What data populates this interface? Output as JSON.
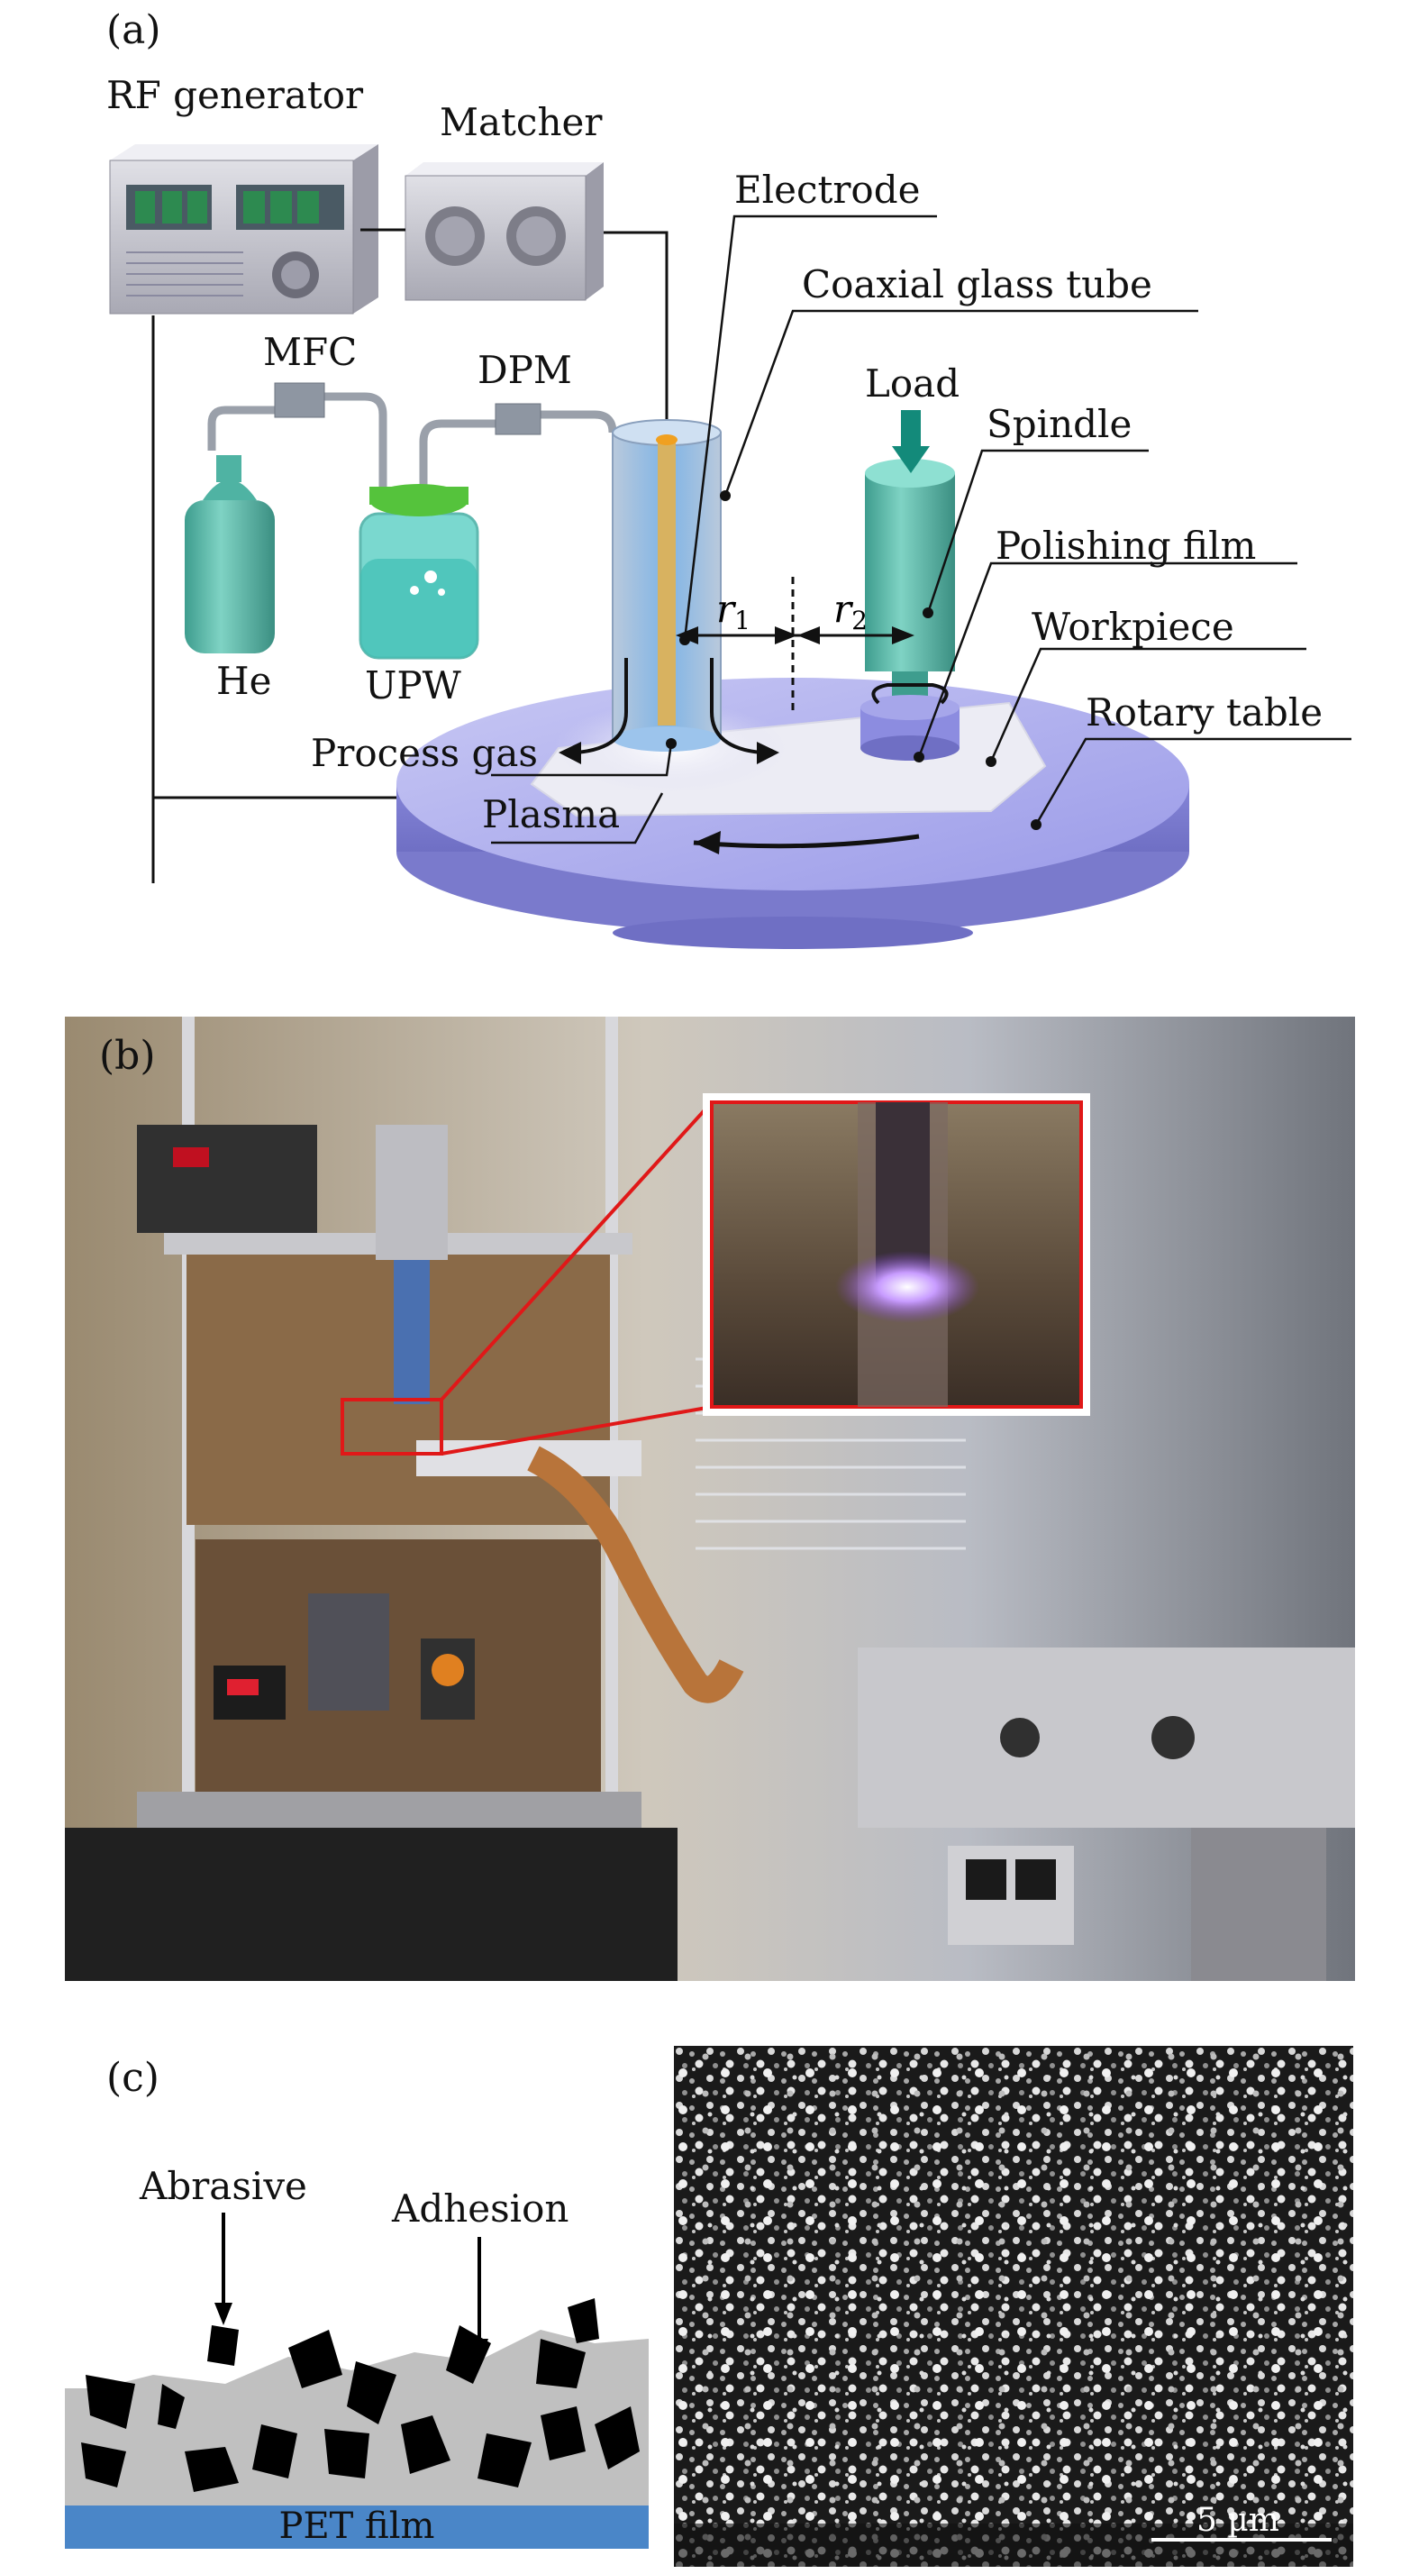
{
  "panel_a": {
    "tag": "(a)",
    "labels": {
      "rf_generator": "RF generator",
      "matcher": "Matcher",
      "electrode": "Electrode",
      "coaxial_glass_tube": "Coaxial glass tube",
      "mfc": "MFC",
      "dpm": "DPM",
      "load": "Load",
      "spindle": "Spindle",
      "polishing_film": "Polishing film",
      "workpiece": "Workpiece",
      "rotary_table": "Rotary table",
      "he": "He",
      "upw": "UPW",
      "process_gas": "Process gas",
      "plasma": "Plasma",
      "r1": "r",
      "r1_sub": "1",
      "r2": "r",
      "r2_sub": "2"
    },
    "colors": {
      "table": "#8c8ce0",
      "cylinder": "#4fb3a3",
      "glass_tube": "#a9c4e8",
      "box": "#c8c8d0"
    }
  },
  "panel_b": {
    "tag": "(b)"
  },
  "panel_c": {
    "tag": "(c)",
    "labels": {
      "abrasive": "Abrasive",
      "adhesion": "Adhesion",
      "pet_film": "PET film",
      "scale": "5 µm"
    },
    "colors": {
      "pet": "#4a86c8",
      "adhesive": "#c0c0c0",
      "particle": "#000000"
    }
  }
}
